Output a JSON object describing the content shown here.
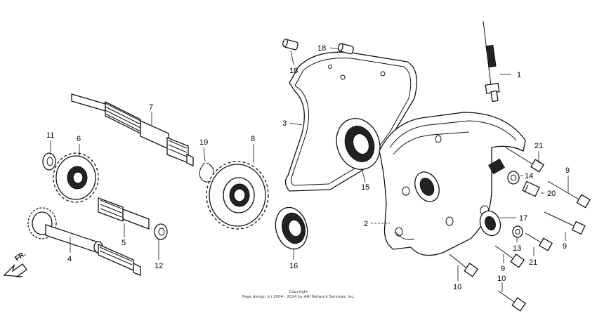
{
  "diagram": {
    "direction_label": "FR.",
    "copyright": {
      "line1": "Copyright",
      "line2": "Page design (c) 2004 - 2014 by ARI Network Services, Inc."
    },
    "callouts": {
      "c1": "1",
      "c2": "2",
      "c3": "3",
      "c4": "4",
      "c5": "5",
      "c6": "6",
      "c7": "7",
      "c8": "8",
      "c9a": "9",
      "c9b": "9",
      "c9c": "9",
      "c10a": "10",
      "c10b": "10",
      "c11": "11",
      "c12": "12",
      "c13": "13",
      "c14": "14",
      "c15": "15",
      "c16": "16",
      "c17": "17",
      "c18a": "18",
      "c18b": "18",
      "c19": "19",
      "c20": "20",
      "c21a": "21",
      "c21b": "21"
    }
  }
}
